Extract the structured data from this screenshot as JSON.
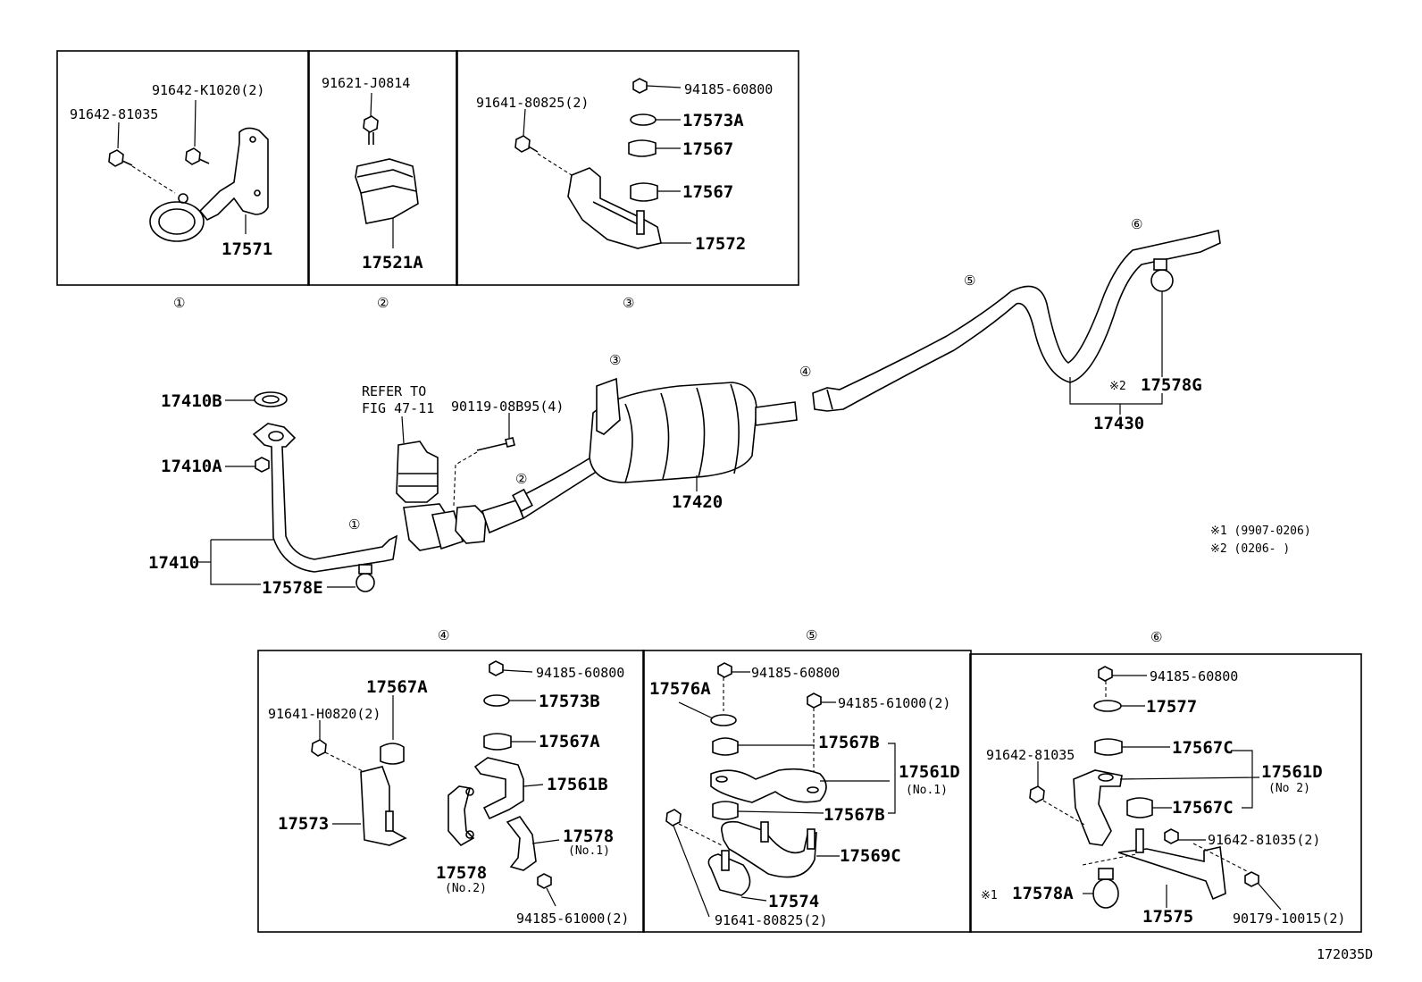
{
  "figure_code": "172035D",
  "notes": {
    "n1": "※1 (9907-0206)",
    "n2": "※2 (0206-      )"
  },
  "refer_note": {
    "line1": "REFER TO",
    "line2": "FIG 47-11"
  },
  "circle_markers": [
    "①",
    "②",
    "③",
    "④",
    "⑤",
    "⑥"
  ],
  "remark_marks": {
    "m1": "※1",
    "m2": "※2"
  },
  "main": {
    "p17410B": "17410B",
    "p17410A": "17410A",
    "p17410": "17410",
    "p17578E": "17578E",
    "p90119": "90119-08B95(4)",
    "p17420": "17420",
    "p17430": "17430",
    "p17578G": "17578G"
  },
  "box1": {
    "a": "91642-K1020(2)",
    "b": "91642-81035",
    "c": "17571"
  },
  "box2": {
    "a": "91621-J0814",
    "b": "17521A"
  },
  "box3": {
    "a": "91641-80825(2)",
    "b": "94185-60800",
    "c": "17573A",
    "d": "17567",
    "e": "17567",
    "f": "17572"
  },
  "box4": {
    "a": "94185-60800",
    "b": "17567A",
    "c": "91641-H0820(2)",
    "d": "17573B",
    "e": "17567A",
    "f": "17561B",
    "g": "17573",
    "h": "17578",
    "h2": "(No.1)",
    "i": "17578",
    "i2": "(No.2)",
    "j": "94185-61000(2)"
  },
  "box5": {
    "a": "94185-60800",
    "b": "17576A",
    "c": "94185-61000(2)",
    "d": "17567B",
    "e": "17561D",
    "e2": "(No.1)",
    "f": "17567B",
    "g": "17569C",
    "h": "17574",
    "i": "91641-80825(2)"
  },
  "box6": {
    "a": "94185-60800",
    "b": "17577",
    "c": "91642-81035",
    "d": "17567C",
    "e": "17561D",
    "e2": "(No 2)",
    "f": "17567C",
    "g": "91642-81035(2)",
    "h": "17578A",
    "i": "17575",
    "j": "90179-10015(2)"
  }
}
